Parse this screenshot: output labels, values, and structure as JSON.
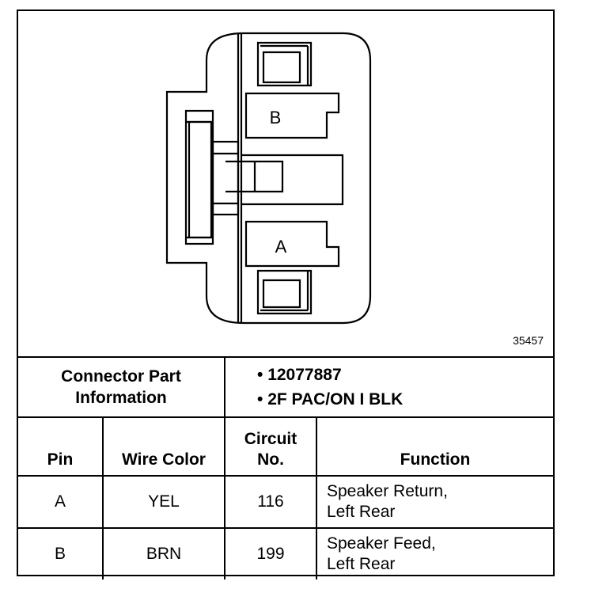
{
  "figure": {
    "number": "35457",
    "pin_labels": [
      "B",
      "A"
    ]
  },
  "connector_info": {
    "label_line1": "Connector Part",
    "label_line2": "Information",
    "values": [
      "12077887",
      "2F PAC/ON I BLK"
    ]
  },
  "table": {
    "headers": {
      "pin": "Pin",
      "wire_color": "Wire Color",
      "circuit_line1": "Circuit",
      "circuit_line2": "No.",
      "function": "Function"
    },
    "rows": [
      {
        "pin": "A",
        "wire_color": "YEL",
        "circuit": "116",
        "function_line1": "Speaker Return,",
        "function_line2": "Left Rear"
      },
      {
        "pin": "B",
        "wire_color": "BRN",
        "circuit": "199",
        "function_line1": "Speaker Feed,",
        "function_line2": "Left Rear"
      }
    ]
  }
}
